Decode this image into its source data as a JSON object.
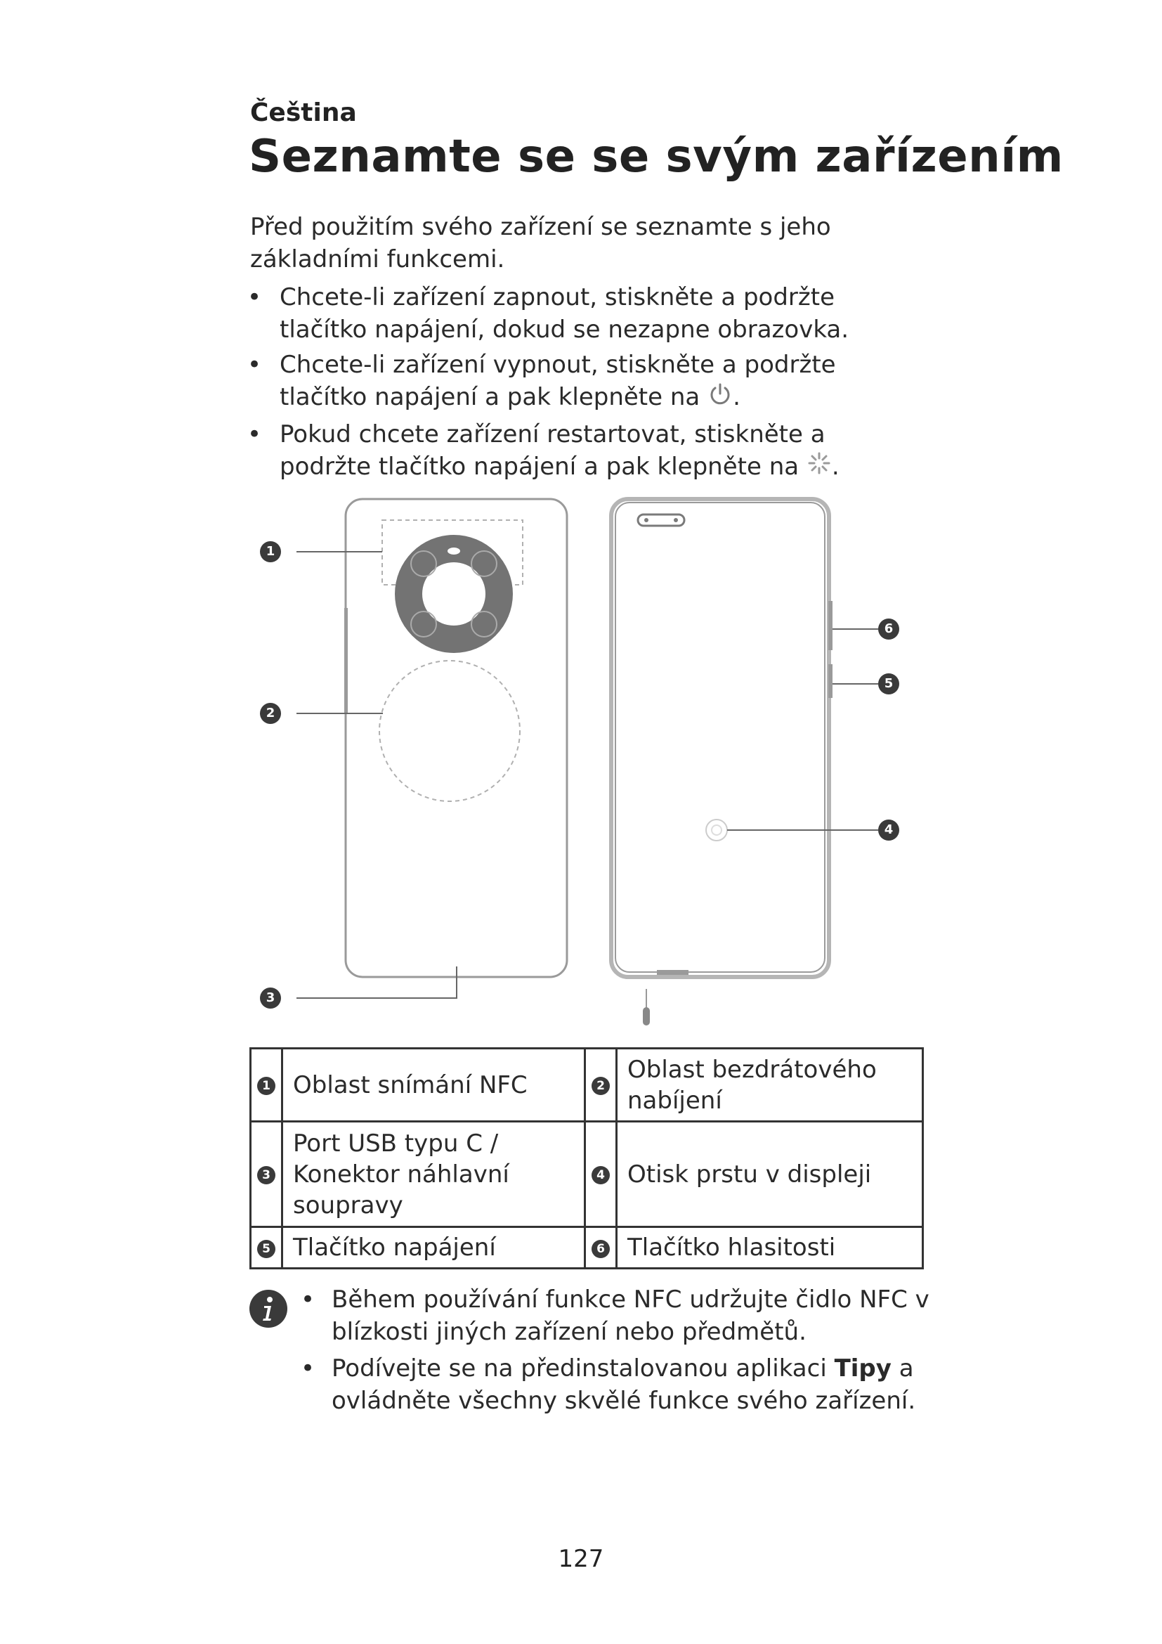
{
  "header": {
    "language": "Čeština",
    "title": "Seznamte se se svým zařízením"
  },
  "intro": "Před použitím svého zařízení se seznamte s jeho základními funkcemi.",
  "bullets": [
    {
      "text": "Chcete-li zařízení zapnout, stiskněte a podržte tlačítko napájení, dokud se nezapne obrazovka.",
      "icon": ""
    },
    {
      "text": "Chcete-li zařízení vypnout, stiskněte a podržte tlačítko napájení a pak klepněte na",
      "icon": "power-icon"
    },
    {
      "text": "Pokud chcete zařízení restartovat, stiskněte a podržte tlačítko napájení a pak klepněte na",
      "icon": "restart-icon"
    }
  ],
  "diagram": {
    "callouts": [
      "1",
      "2",
      "3",
      "4",
      "5",
      "6"
    ]
  },
  "parts": {
    "row1": {
      "n1": "1",
      "t1": "Oblast snímání NFC",
      "n2": "2",
      "t2": "Oblast bezdrátového nabíjení"
    },
    "row2": {
      "n1": "3",
      "t1": "Port USB typu C / Konektor náhlavní soupravy",
      "n2": "4",
      "t2": "Otisk prstu v displeji"
    },
    "row3": {
      "n1": "5",
      "t1": "Tlačítko napájení",
      "n2": "6",
      "t2": "Tlačítko hlasitosti"
    }
  },
  "note": {
    "icon": "info-icon",
    "item1": "Během používání funkce NFC udržujte čidlo NFC v blízkosti jiných zařízení nebo předmětů.",
    "item2_before": "Podívejte se na předinstalovanou aplikaci ",
    "item2_bold": "Tipy",
    "item2_after": " a ovládněte všechny skvělé funkce svého zařízení."
  },
  "page_number": "127",
  "colors": {
    "text": "#222222",
    "badge": "#3a3a3a",
    "phone_outline": "#9a9a9a",
    "camera_ring": "#737373"
  }
}
